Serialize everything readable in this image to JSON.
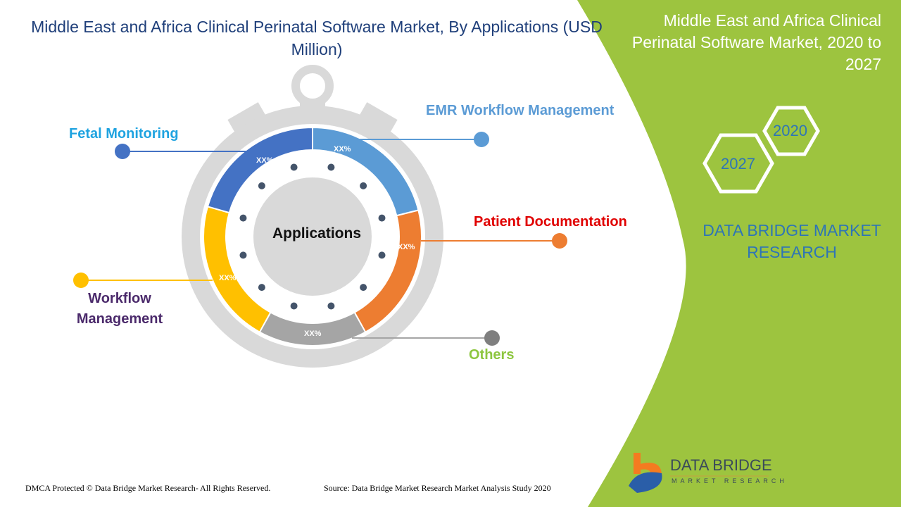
{
  "title": "Middle East and Africa Clinical Perinatal Software Market, By Applications (USD Million)",
  "side_title": "Middle East and Africa Clinical Perinatal Software Market, 2020 to 2027",
  "years": {
    "start": "2020",
    "end": "2027"
  },
  "brand_text": "DATA BRIDGE MARKET RESEARCH",
  "center_label": "Applications",
  "segments": [
    {
      "label": "EMR Workflow Management",
      "value": "XX%",
      "color": "#5b9bd5",
      "label_color": "#5b9bd5"
    },
    {
      "label": "Patient Documentation",
      "value": "XX%",
      "color": "#ed7d31",
      "label_color": "#e00000"
    },
    {
      "label": "Others",
      "value": "XX%",
      "color": "#a5a5a5",
      "label_color": "#8dc63f"
    },
    {
      "label": "Workflow Management",
      "value": "XX%",
      "color": "#ffc000",
      "label_color": "#4b2a6b"
    },
    {
      "label": "Fetal Monitoring",
      "value": "XX%",
      "color": "#4472c4",
      "label_color": "#1fa3e0"
    }
  ],
  "logo": {
    "name": "DATA BRIDGE",
    "tagline": "MARKET RESEARCH"
  },
  "footer": {
    "copyright": "DMCA Protected © Data Bridge Market Research- All Rights Reserved.",
    "source": "Source: Data Bridge Market Research Market Analysis Study 2020"
  }
}
